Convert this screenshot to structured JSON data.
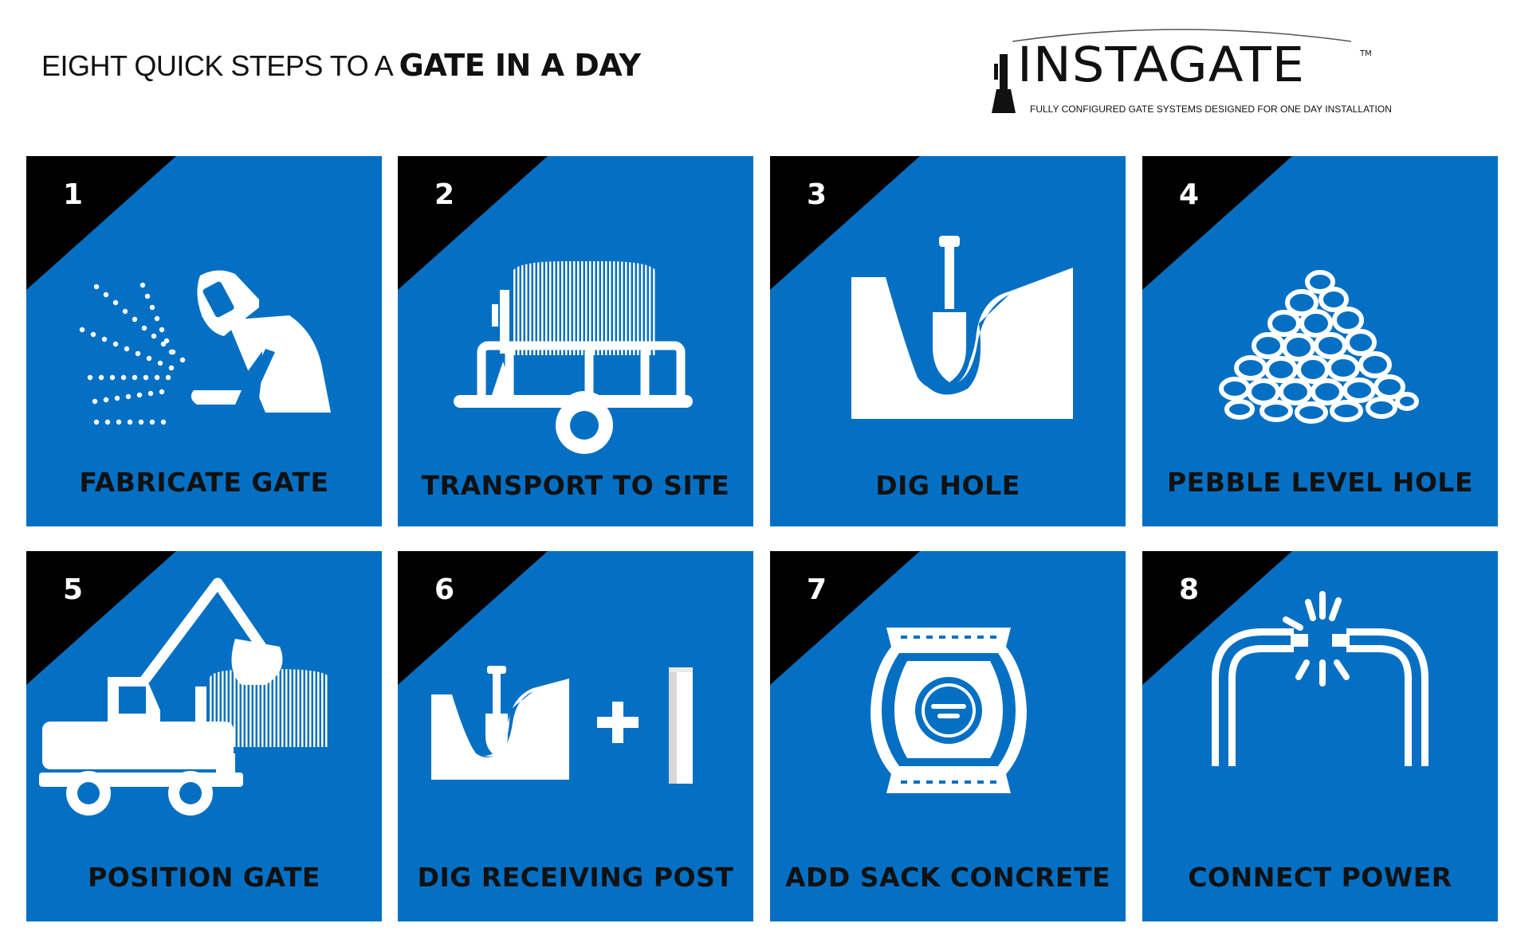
{
  "header": {
    "headline_light": "EIGHT QUICK STEPS TO A",
    "headline_bold": "GATE IN A DAY"
  },
  "logo": {
    "wordmark": "INSTAGATE",
    "trademark": "TM",
    "tagline": "FULLY CONFIGURED GATE SYSTEMS DESIGNED FOR ONE DAY INSTALLATION",
    "icon": "gate-post-icon"
  },
  "colors": {
    "tile_blue": "#0570c3",
    "corner_black": "#000000",
    "icon_white": "#ffffff",
    "text_dark": "#111111"
  },
  "steps": [
    {
      "number": "1",
      "label": "FABRICATE GATE",
      "icon": "welder-icon"
    },
    {
      "number": "2",
      "label": "TRANSPORT TO SITE",
      "icon": "trailer-icon"
    },
    {
      "number": "3",
      "label": "DIG HOLE",
      "icon": "shovel-hole-icon"
    },
    {
      "number": "4",
      "label": "PEBBLE LEVEL HOLE",
      "icon": "pebble-pile-icon"
    },
    {
      "number": "5",
      "label": "POSITION GATE",
      "icon": "excavator-icon"
    },
    {
      "number": "6",
      "label": "DIG RECEIVING POST",
      "icon": "hole-plus-post-icon"
    },
    {
      "number": "7",
      "label": "ADD SACK CONCRETE",
      "icon": "concrete-sack-icon"
    },
    {
      "number": "8",
      "label": "CONNECT POWER",
      "icon": "power-conduit-icon"
    }
  ]
}
